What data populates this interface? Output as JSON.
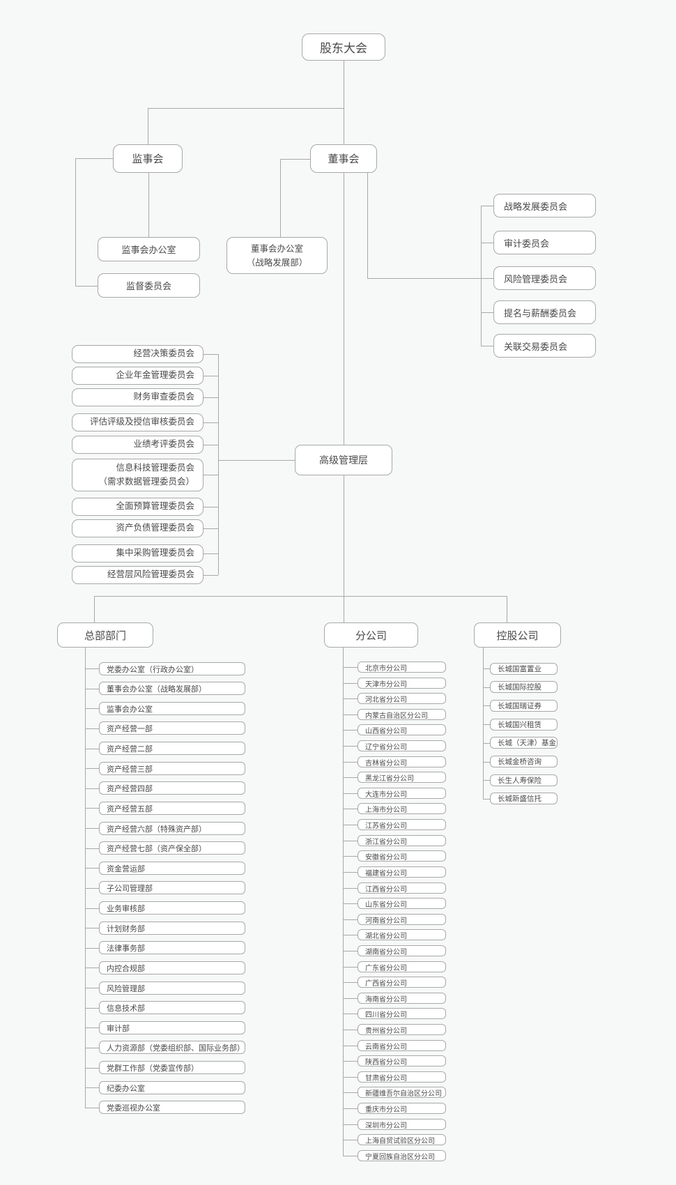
{
  "colors": {
    "background": "#f7f8f8",
    "node_fill": "#ffffff",
    "border": "#a8a8a8",
    "line": "#a8a8a8",
    "text": "#4a4a4a"
  },
  "nodes": {
    "shareholders": "股东大会",
    "supervisory_board": "监事会",
    "board_of_directors": "董事会",
    "supervisory_office": "监事会办公室",
    "supervision_committee": "监督委员会",
    "board_office_line1": "董事会办公室",
    "board_office_line2": "（战略发展部）",
    "senior_management": "高级管理层"
  },
  "board_committees": [
    "战略发展委员会",
    "审计委员会",
    "风险管理委员会",
    "提名与薪酬委员会",
    "关联交易委员会"
  ],
  "management_committees": [
    {
      "label": "经营决策委员会"
    },
    {
      "label": "企业年金管理委员会"
    },
    {
      "label": "财务审查委员会"
    },
    {
      "label": "评估评级及授信审核委员会"
    },
    {
      "label": "业绩考评委员会"
    },
    {
      "label": "信息科技管理委员会",
      "sub": "（需求数据管理委员会）"
    },
    {
      "label": "全面预算管理委员会"
    },
    {
      "label": "资产负债管理委员会"
    },
    {
      "label": "集中采购管理委员会"
    },
    {
      "label": "经营层风险管理委员会"
    }
  ],
  "sections": [
    {
      "title": "总部部门",
      "items": [
        "党委办公室（行政办公室）",
        "董事会办公室（战略发展部）",
        "监事会办公室",
        "资产经营一部",
        "资产经营二部",
        "资产经营三部",
        "资产经营四部",
        "资产经营五部",
        "资产经营六部（特殊资产部）",
        "资产经营七部（资产保全部）",
        "资金营运部",
        "子公司管理部",
        "业务审核部",
        "计划财务部",
        "法律事务部",
        "内控合规部",
        "风险管理部",
        "信息技术部",
        "审计部",
        "人力资源部（党委组织部、国际业务部）",
        "党群工作部（党委宣传部）",
        "纪委办公室",
        "党委巡视办公室"
      ]
    },
    {
      "title": "分公司",
      "items": [
        "北京市分公司",
        "天津市分公司",
        "河北省分公司",
        "内蒙古自治区分公司",
        "山西省分公司",
        "辽宁省分公司",
        "吉林省分公司",
        "黑龙江省分公司",
        "大连市分公司",
        "上海市分公司",
        "江苏省分公司",
        "浙江省分公司",
        "安徽省分公司",
        "福建省分公司",
        "江西省分公司",
        "山东省分公司",
        "河南省分公司",
        "湖北省分公司",
        "湖南省分公司",
        "广东省分公司",
        "广西省分公司",
        "海南省分公司",
        "四川省分公司",
        "贵州省分公司",
        "云南省分公司",
        "陕西省分公司",
        "甘肃省分公司",
        "新疆维吾尔自治区分公司",
        "重庆市分公司",
        "深圳市分公司",
        "上海自贸试验区分公司",
        "宁夏回族自治区分公司"
      ]
    },
    {
      "title": "控股公司",
      "items": [
        "长城国富置业",
        "长城国际控股",
        "长城国瑞证券",
        "长城国兴租赁",
        "长城（天津）基金",
        "长城金桥咨询",
        "长生人寿保险",
        "长城新盛信托"
      ]
    }
  ]
}
